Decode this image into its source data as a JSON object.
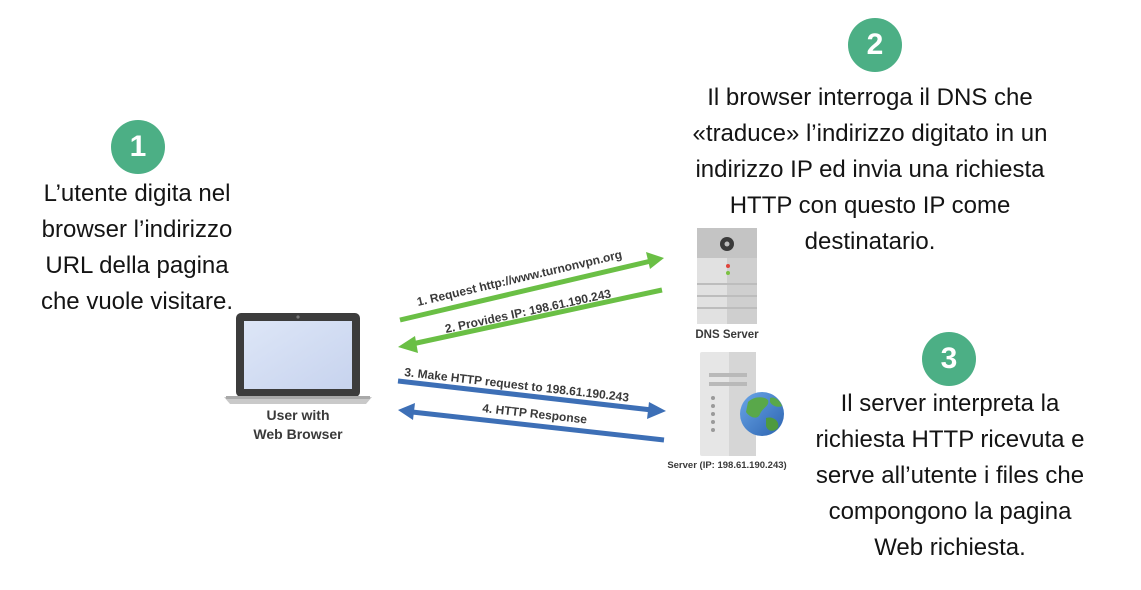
{
  "colors": {
    "step_badge": "#4caf85",
    "arrow_green": "#6abf45",
    "arrow_blue": "#3d6fb6"
  },
  "step1": {
    "number": "1",
    "lines": [
      "L’utente digita nel",
      "browser l’indirizzo",
      "URL della pagina",
      "che vuole visitare."
    ]
  },
  "step2": {
    "number": "2",
    "lines": [
      "Il browser interroga il DNS che",
      "«traduce» l’indirizzo digitato in un",
      "indirizzo IP ed invia una richiesta",
      "HTTP con questo IP come",
      "destinatario."
    ]
  },
  "step3": {
    "number": "3",
    "lines": [
      "Il server interpreta la",
      "richiesta HTTP ricevuta  e",
      "serve all’utente i files che",
      "compongono la pagina",
      "Web richiesta."
    ]
  },
  "client": {
    "icon": "laptop-icon",
    "label_line1": "User with",
    "label_line2": "Web Browser"
  },
  "dns_server": {
    "icon": "dns-server-icon",
    "label": "DNS Server"
  },
  "web_server": {
    "icon": "server-tower-icon",
    "globe_icon": "globe-icon",
    "label": "Server (IP: 198.61.190.243)"
  },
  "arrows": {
    "a1": "1. Request http://www.turnonvpn.org",
    "a2": "2. Provides IP: 198.61.190.243",
    "a3": "3. Make HTTP request to 198.61.190.243",
    "a4": "4. HTTP Response"
  }
}
